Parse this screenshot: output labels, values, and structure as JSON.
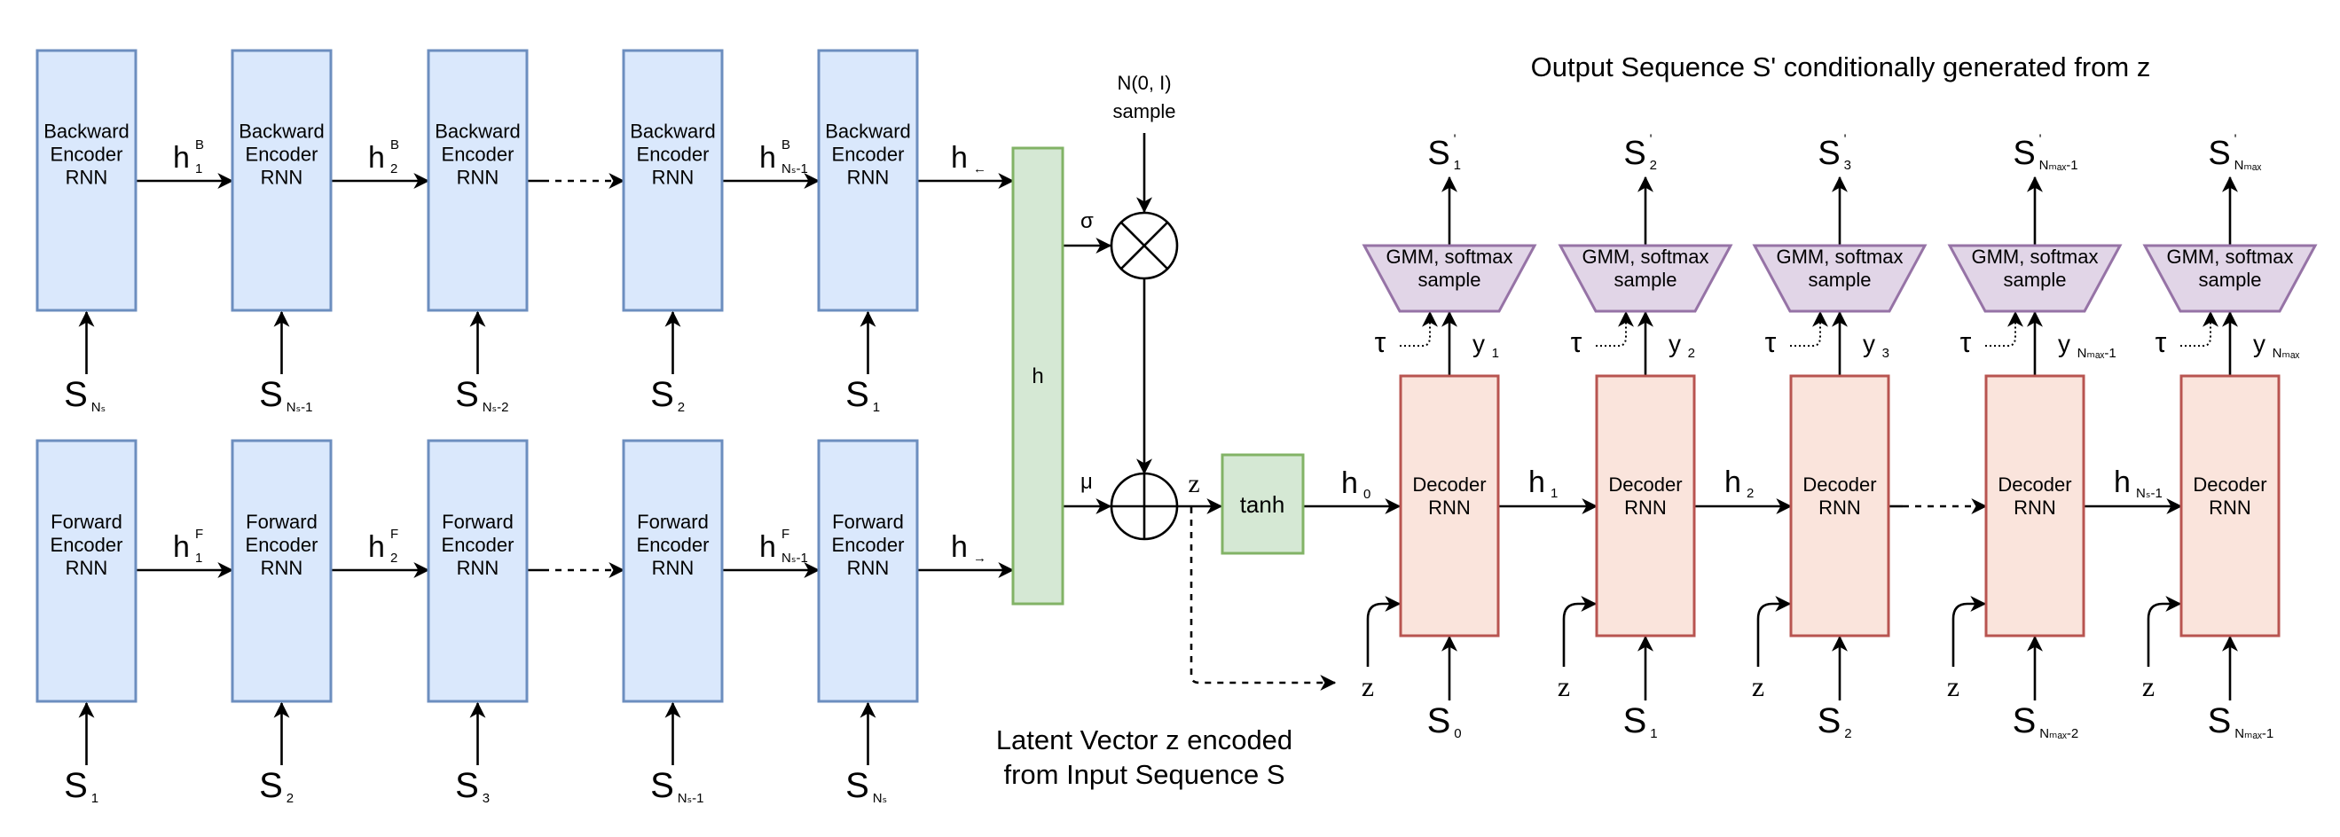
{
  "title": "Output Sequence S' conditionally generated from z",
  "caption": [
    "Latent Vector z encoded",
    "from Input Sequence S"
  ],
  "colors": {
    "encoder_fill": "#dae8fc",
    "encoder_stroke": "#6c8ebf",
    "latent_fill": "#d5e8d4",
    "latent_stroke": "#82b366",
    "decoder_fill": "#fae4dc",
    "decoder_stroke": "#b85450",
    "sampler_fill": "#e1d5e7",
    "sampler_stroke": "#9673a6"
  },
  "backward_encoder": {
    "node_label": [
      "Backward",
      "Encoder",
      "RNN"
    ],
    "inputs": [
      {
        "main": "S",
        "sub": "Nₛ"
      },
      {
        "main": "S",
        "sub": "Nₛ-1"
      },
      {
        "main": "S",
        "sub": "Nₛ-2"
      },
      {
        "main": "S",
        "sub": "2"
      },
      {
        "main": "S",
        "sub": "1"
      }
    ],
    "hidden": [
      {
        "main": "h",
        "sup": "B",
        "sub": "1",
        "style": "solid"
      },
      {
        "main": "h",
        "sup": "B",
        "sub": "2",
        "style": "solid"
      },
      {
        "main": "",
        "sup": "",
        "sub": "",
        "style": "dashed"
      },
      {
        "main": "h",
        "sup": "B",
        "sub": "Nₛ-1",
        "style": "solid"
      }
    ],
    "output": {
      "main": "h",
      "sub": "←"
    }
  },
  "forward_encoder": {
    "node_label": [
      "Forward",
      "Encoder",
      "RNN"
    ],
    "inputs": [
      {
        "main": "S",
        "sub": "1"
      },
      {
        "main": "S",
        "sub": "2"
      },
      {
        "main": "S",
        "sub": "3"
      },
      {
        "main": "S",
        "sub": "Nₛ-1"
      },
      {
        "main": "S",
        "sub": "Nₛ"
      }
    ],
    "hidden": [
      {
        "main": "h",
        "sup": "F",
        "sub": "1",
        "style": "solid"
      },
      {
        "main": "h",
        "sup": "F",
        "sub": "2",
        "style": "solid"
      },
      {
        "main": "",
        "sup": "",
        "sub": "",
        "style": "dashed"
      },
      {
        "main": "h",
        "sup": "F",
        "sub": "Nₛ-1",
        "style": "solid"
      }
    ],
    "output": {
      "main": "h",
      "sub": "→"
    }
  },
  "latent": {
    "h_label": "h",
    "sigma_label": "σ",
    "mu_label": "μ",
    "noise_label": [
      "N(0, I)",
      "sample"
    ],
    "z_label": "z",
    "tanh_label": "tanh",
    "h0": {
      "main": "h",
      "sub": "0"
    }
  },
  "decoder": {
    "node_label": [
      "Decoder",
      "RNN"
    ],
    "sampler_label": [
      "GMM, softmax",
      "sample"
    ],
    "tau_label": "τ",
    "z_label": "z",
    "inputs": [
      {
        "main": "S",
        "sub": "0"
      },
      {
        "main": "S",
        "sub": "1"
      },
      {
        "main": "S",
        "sub": "2"
      },
      {
        "main": "S",
        "sub": "Nₘₐₓ-2"
      },
      {
        "main": "S",
        "sub": "Nₘₐₓ-1"
      }
    ],
    "outputs": [
      {
        "main": "S",
        "sup": "'",
        "sub": "1"
      },
      {
        "main": "S",
        "sup": "'",
        "sub": "2"
      },
      {
        "main": "S",
        "sup": "'",
        "sub": "3"
      },
      {
        "main": "S",
        "sup": "'",
        "sub": "Nₘₐₓ-1"
      },
      {
        "main": "S",
        "sup": "'",
        "sub": "Nₘₐₓ"
      }
    ],
    "y_labels": [
      {
        "main": "y",
        "sub": "1"
      },
      {
        "main": "y",
        "sub": "2"
      },
      {
        "main": "y",
        "sub": "3"
      },
      {
        "main": "y",
        "sub": "Nₘₐₓ-1"
      },
      {
        "main": "y",
        "sub": "Nₘₐₓ"
      }
    ],
    "hidden": [
      {
        "main": "h",
        "sub": "1",
        "style": "solid"
      },
      {
        "main": "h",
        "sub": "2",
        "style": "solid"
      },
      {
        "main": "",
        "sub": "",
        "style": "dashed"
      },
      {
        "main": "h",
        "sub": "Nₛ-1",
        "style": "solid"
      }
    ]
  }
}
